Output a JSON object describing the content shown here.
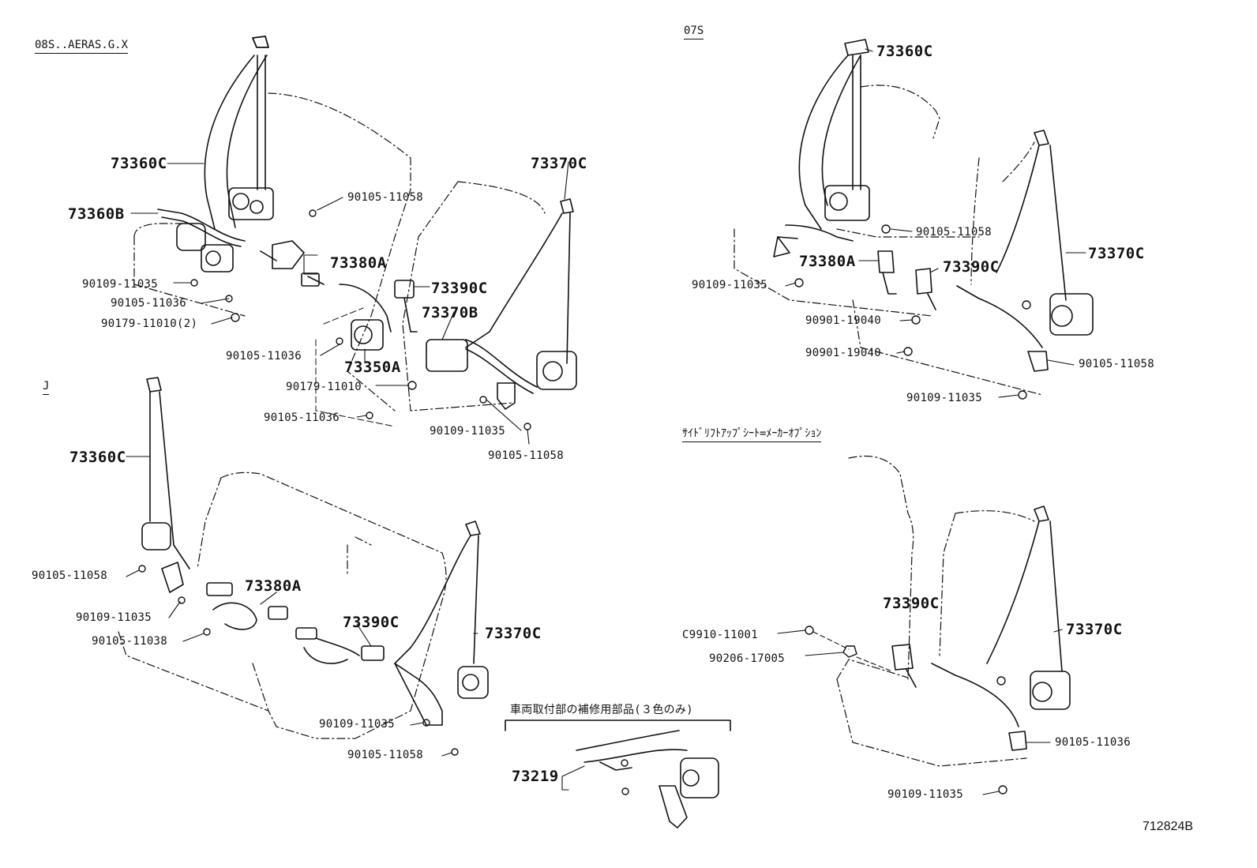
{
  "sections": {
    "s1": "08S..AERAS.G.X",
    "s2": "07S",
    "s3": "J",
    "s4": "ｻｲﾄﾞﾘﾌﾄｱｯﾌﾟｼｰﾄ=ﾒｰｶｰｵﾌﾟｼｮﾝ",
    "s5": "車両取付部の補修用部品(３色のみ)"
  },
  "labels": {
    "a1": "73360C",
    "a2": "73360B",
    "a3": "90105-11058",
    "a4": "73380A",
    "a5": "90109-11035",
    "a6": "90105-11036",
    "a7": "90179-11010(2)",
    "a8": "73390C",
    "a9": "73370B",
    "a10": "73370C",
    "a11": "90105-11036",
    "a12": "73350A",
    "a13": "90179-11010",
    "a14": "90105-11036",
    "a15": "90109-11035",
    "a16": "90105-11058",
    "b1": "73360C",
    "b2": "90105-11058",
    "b3": "73380A",
    "b4": "73390C",
    "b5": "90109-11035",
    "b6": "73370C",
    "b7": "90901-19040",
    "b8": "90901-19040",
    "b9": "90105-11058",
    "b10": "90109-11035",
    "c1": "73360C",
    "c2": "90105-11058",
    "c3": "73380A",
    "c4": "90109-11035",
    "c5": "90105-11038",
    "c6": "73390C",
    "c7": "73370C",
    "c8": "90109-11035",
    "c9": "90105-11058",
    "d1": "73390C",
    "d2": "C9910-11001",
    "d3": "73370C",
    "d4": "90206-17005",
    "d5": "90105-11036",
    "d6": "90109-11035",
    "e1": "73219"
  },
  "ref_code": "712824B"
}
